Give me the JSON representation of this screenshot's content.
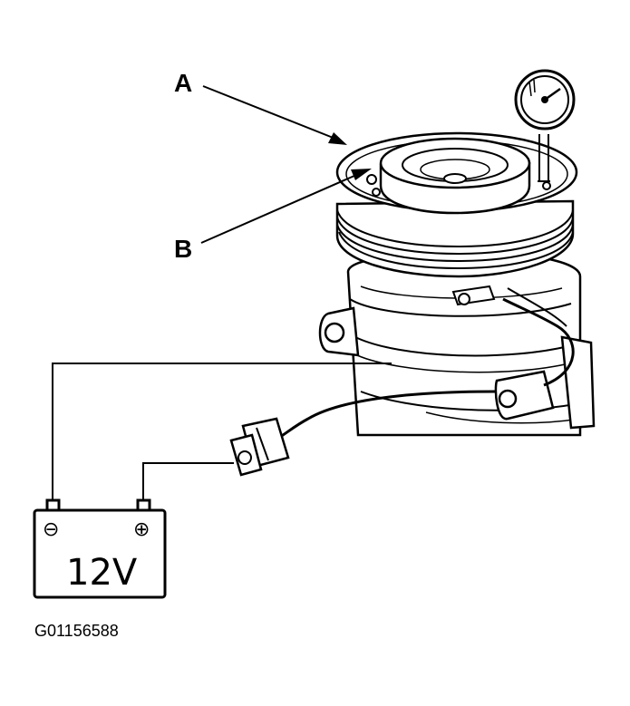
{
  "labels": {
    "a": "A",
    "b": "B"
  },
  "battery": {
    "voltage": "12V",
    "negative_symbol": "⊖",
    "positive_symbol": "⊕"
  },
  "figure_id": "G01156588",
  "icons": {
    "gauge": "dial-indicator-icon",
    "battery": "battery-icon",
    "connector": "connector-icon"
  }
}
